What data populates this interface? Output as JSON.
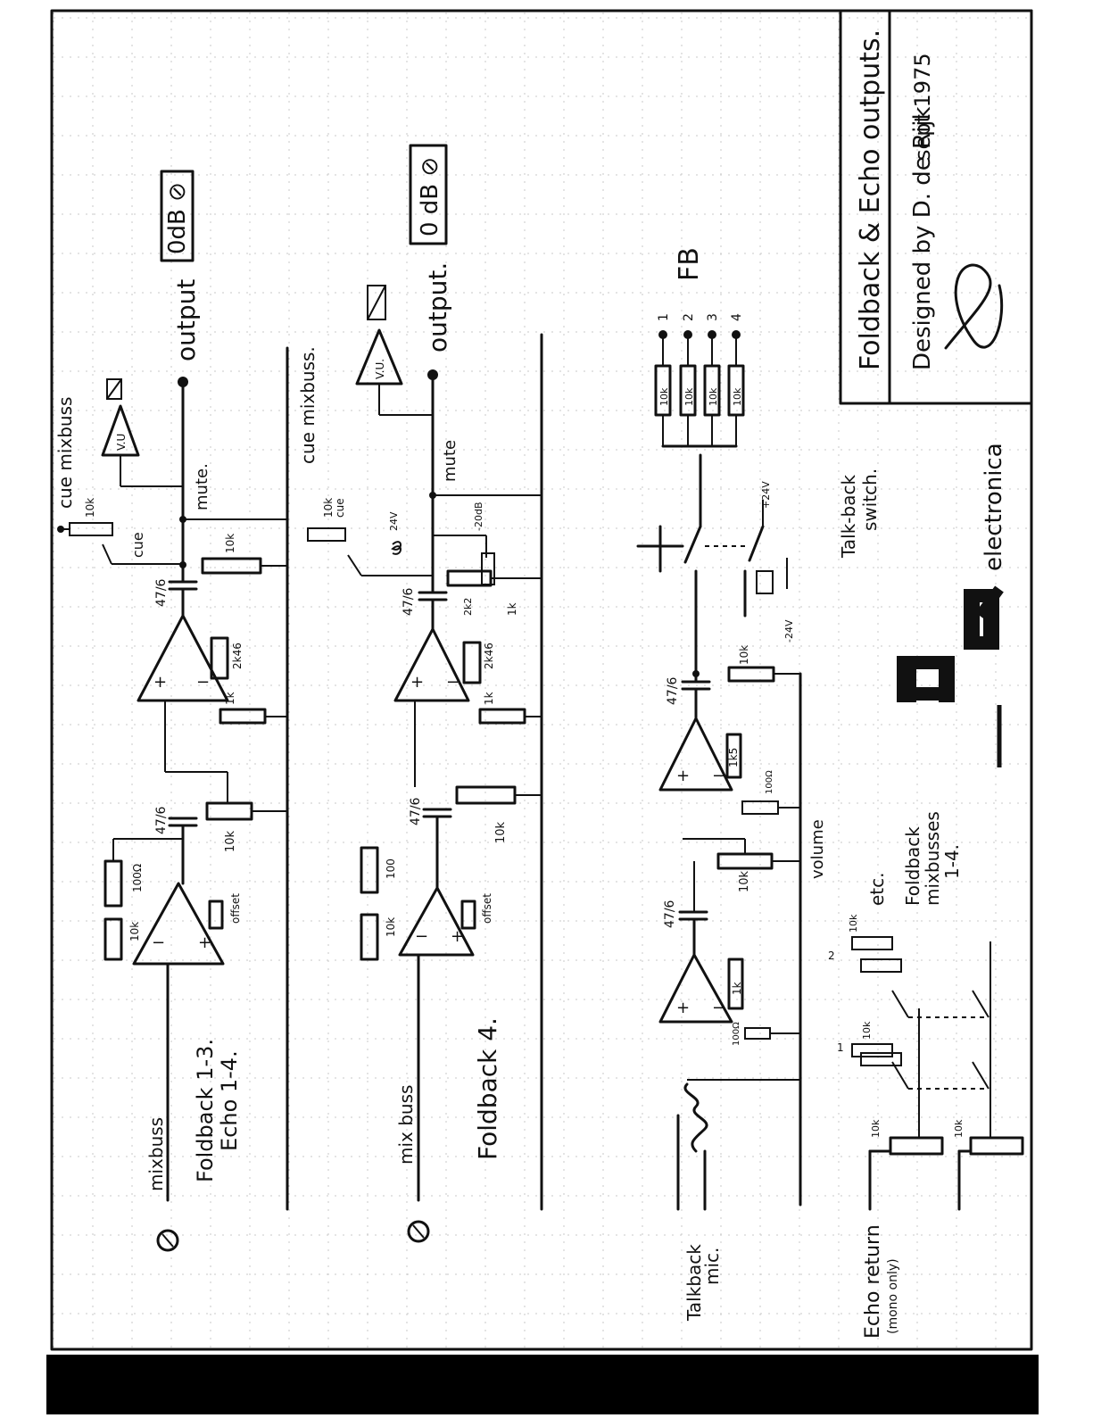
{
  "title_block": {
    "title": "Foldback & Echo outputs.",
    "designed_by": "Designed by D. de Rijk",
    "date": "sept 1975",
    "logo_text": "electronica"
  },
  "sections": [
    {
      "input_label": "mixbuss",
      "title_1": "Foldback 1-3.",
      "title_2": "Echo 1-4.",
      "feedback_res": "100Ω",
      "gain_pot": "10k",
      "offset_label": "offset",
      "cap": "47/6",
      "vol_pot": "10k",
      "fb_res2": "2k46",
      "ground_res": "1k",
      "load_res": "10k",
      "mute": "mute.",
      "vu": "V.U",
      "cue_res": "10k",
      "cue": "cue",
      "cue_buss": "cue mixbuss",
      "output": "output",
      "level": "0dB ⊘"
    },
    {
      "input_label": "mix buss",
      "title_1": "Foldback 4.",
      "feedback_res": "100",
      "gain_pot": "10k",
      "offset_label": "offset",
      "cap": "47/6",
      "vol_pot": "10k",
      "fb_res2": "2k46",
      "ground_res": "1k",
      "load_res": "2k2",
      "shunt_res": "1k",
      "attn": "-20dB",
      "relay_v": "24V",
      "mute": "mute",
      "vu": "V.U.",
      "cue_res": "10k",
      "cue": "cue",
      "cue_buss": "cue mixbuss.",
      "output": "output.",
      "level": "0 dB ⊘"
    }
  ],
  "talkback": {
    "mic_label": "Talkback",
    "mic_label_2": "mic.",
    "fb_res": "1k",
    "ground_res": "100Ω",
    "cap": "47/6",
    "vol_pot": "10k",
    "volume": "volume",
    "fb_res2": "1k5",
    "load_res": "10k",
    "supply_pos": "+24V",
    "supply_neg": "-24V",
    "switch_label": "Talk-back",
    "switch_label_2": "switch.",
    "fb_res_1": "10k",
    "fb_res_2": "10k",
    "fb_res_3": "10k",
    "fb_res_4": "10k",
    "fb_outputs": [
      "1",
      "2",
      "3",
      "4"
    ],
    "fb_label": "FB"
  },
  "echo_return": {
    "label": "Echo return",
    "sub_label": "(mono only)",
    "pot": "10k",
    "res": "10k",
    "ch_1": "1",
    "ch_2": "2",
    "etc": "etc.",
    "busses_1": "Foldback",
    "busses_2": "mixbusses",
    "busses_3": "1-4."
  }
}
